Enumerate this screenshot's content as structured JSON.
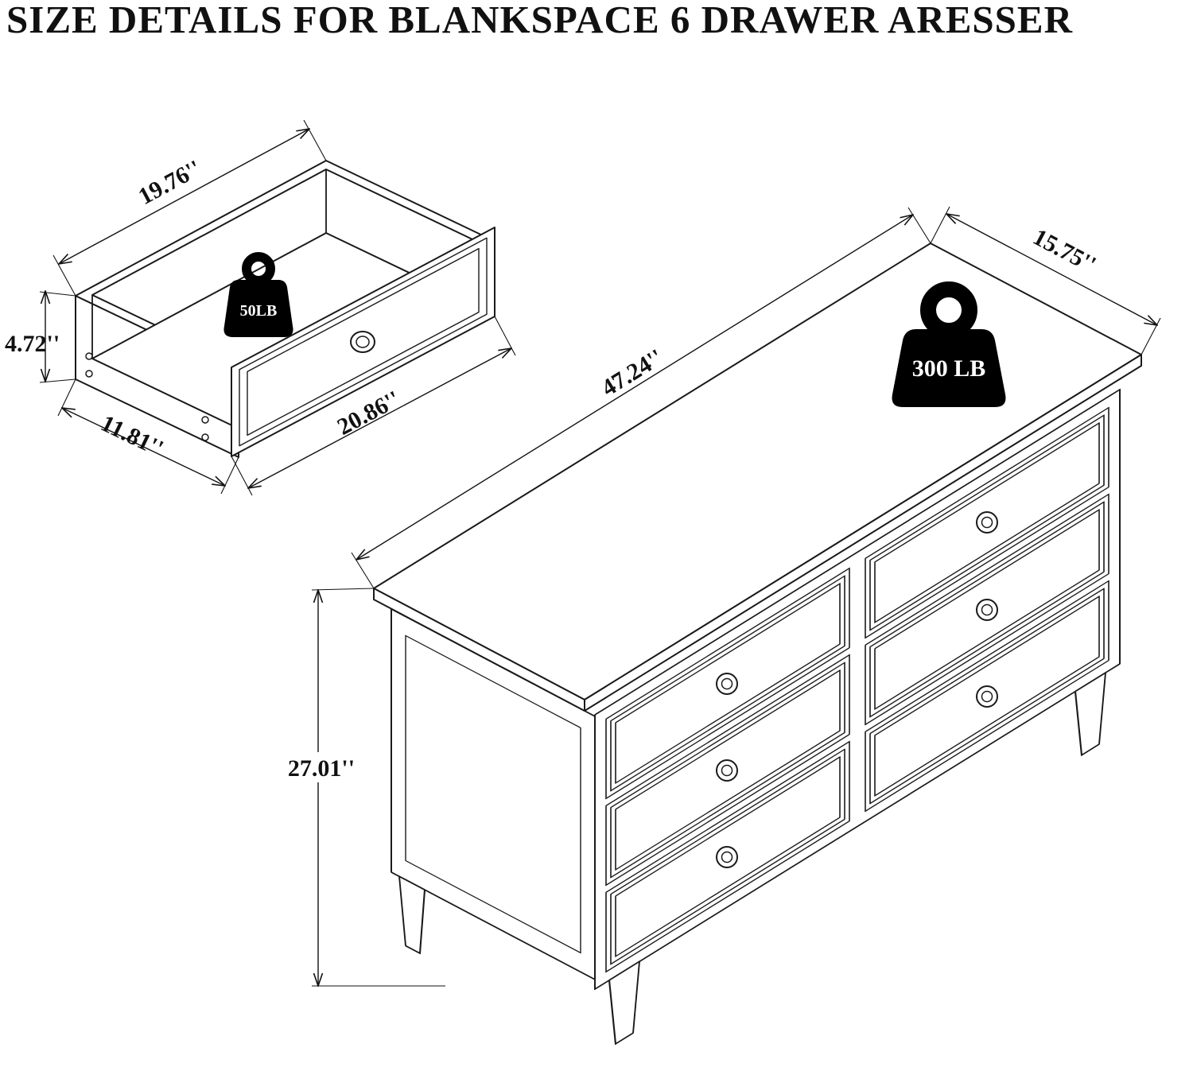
{
  "title": "SIZE DETAILS FOR BLANKSPACE 6 DRAWER ARESSER",
  "drawer": {
    "dims": {
      "length_top": "19.76''",
      "height": "4.72''",
      "depth": "11.81''",
      "width_front": "20.86''"
    },
    "weight_capacity": "50LB"
  },
  "dresser": {
    "drawer_count": 6,
    "dims": {
      "width": "47.24''",
      "depth": "15.75''",
      "height": "27.01''"
    },
    "weight_capacity": "300 LB"
  },
  "icons": {
    "drawer_weight": "weight-kettlebell-icon",
    "dresser_weight": "weight-kettlebell-icon"
  },
  "colors": {
    "background": "#ffffff",
    "line": "#1a1a1a",
    "weight_fill": "#000000",
    "weight_text": "#ffffff"
  }
}
